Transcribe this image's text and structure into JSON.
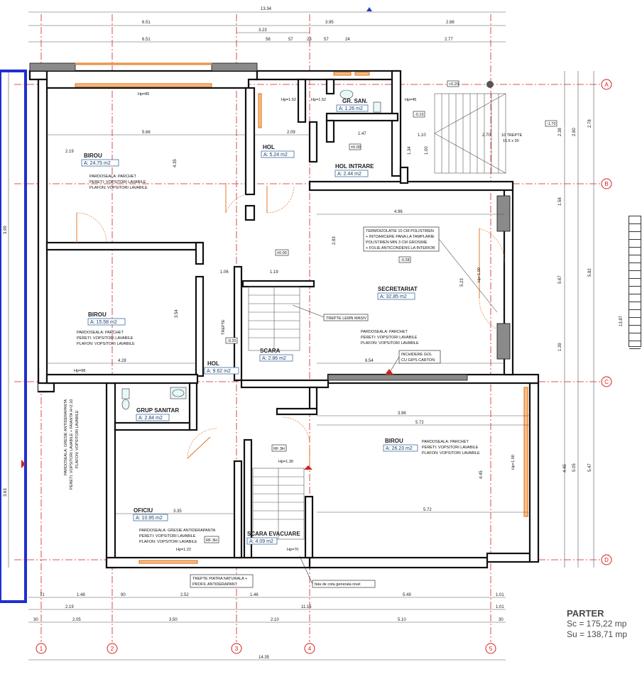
{
  "plan_title": "PARTER",
  "sc_text": "Sc = 175,22 mp",
  "su_text": "Su = 138,71 mp",
  "grid": {
    "columns": [
      "1",
      "2",
      "3",
      "4",
      "5"
    ],
    "rows": [
      "A",
      "B",
      "C",
      "D"
    ]
  },
  "rooms": [
    {
      "name": "BIROU",
      "area": "A: 24.75 m2",
      "finish": [
        "PARDOSEALA: PARCHET",
        "PERETI: VOPSITORI LAVABILE",
        "PLAFON: VOPSITORI LAVABILE"
      ]
    },
    {
      "name": "BIROU",
      "area": "A: 15.58 m2",
      "finish": [
        "PARDOSEALA: PARCHET",
        "PERETI: VOPSITORI LAVABILE",
        "PLAFON: VOPSITORI LAVABILE"
      ]
    },
    {
      "name": "GR. SAN.",
      "area": "A: 1.26 m2"
    },
    {
      "name": "HOL",
      "area": "A: 5.24 m2"
    },
    {
      "name": "HOL INTRARE",
      "area": "A: 2.44 m2"
    },
    {
      "name": "SECRETARIAT",
      "area": "A: 32.85 m2",
      "finish": [
        "PARDOSEALA: PARCHET",
        "PERETI: VOPSITORI LAVABILE",
        "PLAFON: VOPSITORI LAVABILE"
      ]
    },
    {
      "name": "SCARA",
      "area": "A: 2.86 m2"
    },
    {
      "name": "HOL",
      "area": "A: 9.62 m2"
    },
    {
      "name": "GRUP SANITAR",
      "area": "A: 2.84 m2"
    },
    {
      "name": "BIROU",
      "area": "A: 26.23 m2",
      "finish": [
        "PARDOSEALA: PARCHET",
        "PERETI: VOPSITORI LAVABILE",
        "PLAFON: VOPSITORI LAVABILE"
      ]
    },
    {
      "name": "OFICIU",
      "area": "A: 10.95 m2",
      "finish": [
        "PARDOSEALA: GRESIE ANTIDERAPANTA",
        "PERETI: VOPSITORI LAVABILE",
        "PLAFON: VOPSITORI LAVABILE"
      ]
    },
    {
      "name": "SCARA EVACUARE",
      "area": "A: 4.09 m2"
    }
  ],
  "notes": {
    "insulation": [
      "TERMOIZOLATIE 10 CM POLISTIREN",
      "+ INTOARCERE PANA LA TAMPLARIE",
      "POLISTIREN MIN 3 CM GROSIME",
      "+ FOLIE ANTICONDENS LA INTERIOR"
    ],
    "stair_wood": "TREPTE LEMN MASIV",
    "closure": [
      "INCHIDERE GOL",
      "CU GIPS CARTON"
    ],
    "stair_stone": [
      "TREPTE PIATRA NATURALA +",
      "PROFIL ANTIDERAPANT"
    ],
    "paint_level": "fata de cota generala nivel",
    "stairs_ext": [
      "10 TREPTE",
      "15.5 x 30"
    ],
    "side_note": [
      "PARDOSEALA: GRESIE ANTIDERAPANTA",
      "PERETI: VOPSITORI LAVABILE + FAIANTA H=2.10",
      "PLAFON: VOPSITORI LAVABILE"
    ],
    "rf3h_1": "RF 3H",
    "rf3h_2": "RF 3H",
    "trepte": "TREPTE"
  },
  "dimensions": {
    "top_total": "13.34",
    "top_row1": [
      "6.51",
      "3.95",
      "2.88"
    ],
    "top_row2": "3.23",
    "top_row3": [
      "6.51",
      "56",
      "57",
      "28",
      "57",
      "24",
      "2.77"
    ],
    "bottom_row1": [
      "71",
      "1.48",
      "90",
      "2.52",
      "1.46",
      "5.49",
      "1.01"
    ],
    "bottom_row2": [
      "2.19",
      "11.15",
      "1.01"
    ],
    "bottom_row3": [
      "30",
      "2.05",
      "3.50",
      "2.10",
      "5.10",
      "30"
    ],
    "bottom_total": "14.35",
    "right_side": [
      "2.38",
      "2.80",
      "2.78",
      "1.58",
      "5.67",
      "5.82",
      "13.87",
      "1.39",
      "5.05",
      "5.47"
    ],
    "left_side": [
      "3.99",
      "3.63"
    ],
    "interior": [
      "5.66",
      "2.09",
      "4.35",
      "4.96",
      "2.83",
      "5.23",
      "4.28",
      "6.54",
      "3.96",
      "5.72",
      "5.72",
      "3.35",
      "4.45",
      "4.45",
      "3.54",
      "1.06",
      "1.19",
      "2.19",
      "1.47",
      "1.34",
      "1.00",
      "2.70",
      "1.10"
    ],
    "levels": [
      "±0.00",
      "-0.28",
      "+0.20",
      "-0.15",
      "-1.70",
      "-0.20",
      "±0.00"
    ],
    "heights": [
      "Hp=85",
      "Hp=1.52",
      "Hp=1.52",
      "Hp=45",
      "Hp=1.00",
      "Hp=98",
      "Hp=1.30",
      "Hp=1.22",
      "Hp=70",
      "Hp=1.00"
    ]
  },
  "colors": {
    "axis": "#d02020",
    "window": "#e06a10",
    "area_label": "#3a6ea5",
    "frame": "#1f2fd0"
  }
}
